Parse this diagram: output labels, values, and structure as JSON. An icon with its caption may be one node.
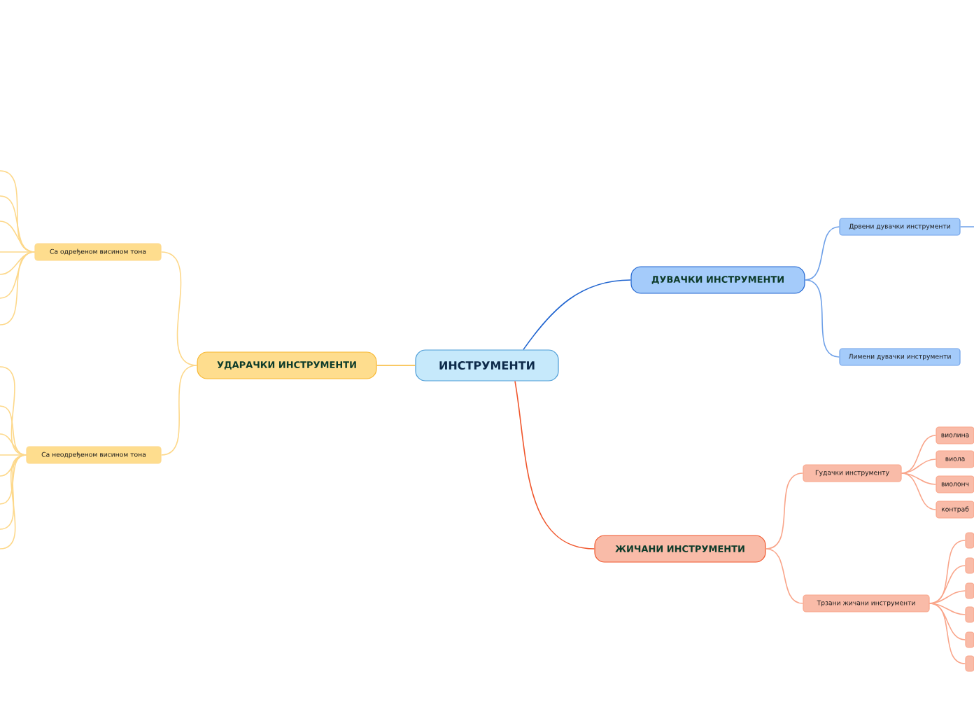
{
  "diagram": {
    "nodes": [
      {
        "text": [
          "ИНСТРУМЕНТИ"
        ]
      },
      {
        "text": [
          "ДУВАЧКИ ИНСТРУМЕНТИ"
        ]
      },
      {
        "text": [
          "Дрвени дувачки инструменти"
        ]
      },
      {
        "text": [
          "Лимени дувачки инструменти"
        ]
      },
      {
        "text": [
          "ЖИЧАНИ ИНСТРУМЕНТИ"
        ]
      },
      {
        "text": [
          "Гудачки инструменту"
        ]
      },
      {
        "text": [
          "виолина"
        ]
      },
      {
        "text": [
          "виола"
        ]
      },
      {
        "text": [
          "виолонч"
        ]
      },
      {
        "text": [
          "контраб"
        ]
      },
      {
        "text": [
          "Трзани жичани инструменти"
        ]
      },
      {
        "text": [],
        "shape": "box"
      },
      {
        "text": [],
        "shape": "box"
      },
      {
        "text": [],
        "shape": "box"
      },
      {
        "text": [],
        "shape": "box"
      },
      {
        "text": [],
        "shape": "box"
      },
      {
        "text": [],
        "shape": "box"
      },
      {
        "text": [
          "УДАРАЧКИ ИНСТРУМЕНТИ"
        ]
      },
      {
        "text": [
          "Са одређеном висином тона"
        ]
      },
      {
        "text": [
          "Са неодређеном висином тона"
        ]
      }
    ],
    "edges": [
      {
        "from": 0,
        "to": 1,
        "arrow": "none",
        "color": "#1f64d0"
      },
      {
        "from": 1,
        "to": 2,
        "arrow": "none",
        "color": "#6ea0e8"
      },
      {
        "from": 1,
        "to": 3,
        "arrow": "none",
        "color": "#6ea0e8"
      },
      {
        "from": 2,
        "to": null,
        "arrow": "none",
        "color": "#6ea0e8"
      },
      {
        "from": 0,
        "to": 4,
        "arrow": "none",
        "color": "#f0562c"
      },
      {
        "from": 4,
        "to": 5,
        "arrow": "none",
        "color": "#f9a58a"
      },
      {
        "from": 4,
        "to": 10,
        "arrow": "none",
        "color": "#f9a58a"
      },
      {
        "from": 5,
        "to": 6,
        "arrow": "none",
        "color": "#f9a58a"
      },
      {
        "from": 5,
        "to": 7,
        "arrow": "none",
        "color": "#f9a58a"
      },
      {
        "from": 5,
        "to": 8,
        "arrow": "none",
        "color": "#f9a58a"
      },
      {
        "from": 5,
        "to": 9,
        "arrow": "none",
        "color": "#f9a58a"
      },
      {
        "from": 10,
        "to": 11,
        "arrow": "none",
        "color": "#f9a58a"
      },
      {
        "from": 10,
        "to": 12,
        "arrow": "none",
        "color": "#f9a58a"
      },
      {
        "from": 10,
        "to": 13,
        "arrow": "none",
        "color": "#f9a58a"
      },
      {
        "from": 10,
        "to": 14,
        "arrow": "none",
        "color": "#f9a58a"
      },
      {
        "from": 10,
        "to": 15,
        "arrow": "none",
        "color": "#f9a58a"
      },
      {
        "from": 10,
        "to": 16,
        "arrow": "none",
        "color": "#f9a58a"
      },
      {
        "from": 0,
        "to": 17,
        "arrow": "none",
        "color": "#f7b731"
      },
      {
        "from": 17,
        "to": 18,
        "arrow": "none",
        "color": "#fdd88a"
      },
      {
        "from": 17,
        "to": 19,
        "arrow": "none",
        "color": "#fdd88a"
      },
      {
        "from": 18,
        "to": null,
        "arrow": "none",
        "color": "#fdd88a"
      },
      {
        "from": 18,
        "to": null,
        "arrow": "none",
        "color": "#fdd88a"
      },
      {
        "from": 18,
        "to": null,
        "arrow": "none",
        "color": "#fdd88a"
      },
      {
        "from": 18,
        "to": null,
        "arrow": "none",
        "color": "#fdd88a"
      },
      {
        "from": 18,
        "to": null,
        "arrow": "none",
        "color": "#fdd88a"
      },
      {
        "from": 18,
        "to": null,
        "arrow": "none",
        "color": "#fdd88a"
      },
      {
        "from": 18,
        "to": null,
        "arrow": "none",
        "color": "#fdd88a"
      },
      {
        "from": 19,
        "to": null,
        "arrow": "none",
        "color": "#fdd88a"
      },
      {
        "from": 19,
        "to": null,
        "arrow": "none",
        "color": "#fdd88a"
      },
      {
        "from": 19,
        "to": null,
        "arrow": "none",
        "color": "#fdd88a"
      },
      {
        "from": 19,
        "to": null,
        "arrow": "none",
        "color": "#fdd88a"
      },
      {
        "from": 19,
        "to": null,
        "arrow": "none",
        "color": "#fdd88a"
      },
      {
        "from": 19,
        "to": null,
        "arrow": "none",
        "color": "#fdd88a"
      },
      {
        "from": 19,
        "to": null,
        "arrow": "none",
        "color": "#fdd88a"
      },
      {
        "from": 19,
        "to": null,
        "arrow": "none",
        "color": "#fdd88a"
      }
    ]
  }
}
